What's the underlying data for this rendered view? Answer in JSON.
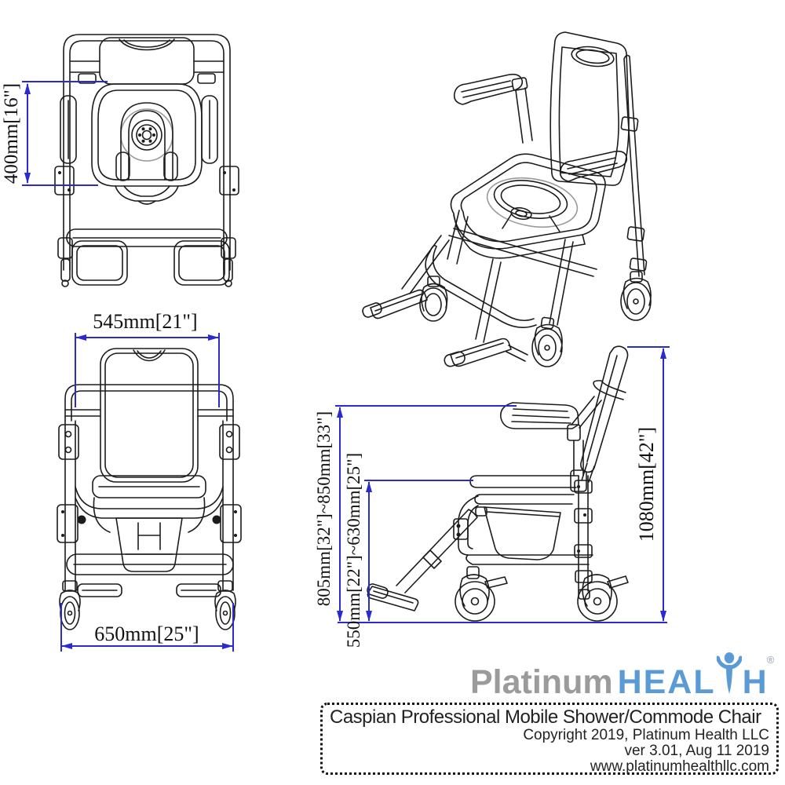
{
  "dimensions": {
    "top_view_depth": "400mm[16\"]",
    "front_width_top": "545mm[21\"]",
    "front_width_bottom": "650mm[25\"]",
    "side_armrest_height": "805mm[32\"]~850mm[33\"]",
    "side_seat_height": "550mm[22\"]~630mm[25\"]",
    "side_overall_height": "1080mm[42\"]"
  },
  "logo": {
    "part1": "Platinum",
    "part2a": "HEAL",
    "part2b": "H",
    "registered": "®"
  },
  "info_box": {
    "title": "Caspian Professional Mobile Shower/Commode Chair",
    "copyright": "Copyright 2019, Platinum Health LLC",
    "version": "ver 3.01, Aug 11 2019",
    "website": "www.platinumhealthllc.com"
  },
  "colors": {
    "dimension_blue": "#2a2acf",
    "line_black": "#1c1c1c",
    "logo_gray": "#9b9b9b",
    "logo_blue": "#5b9bd5"
  }
}
